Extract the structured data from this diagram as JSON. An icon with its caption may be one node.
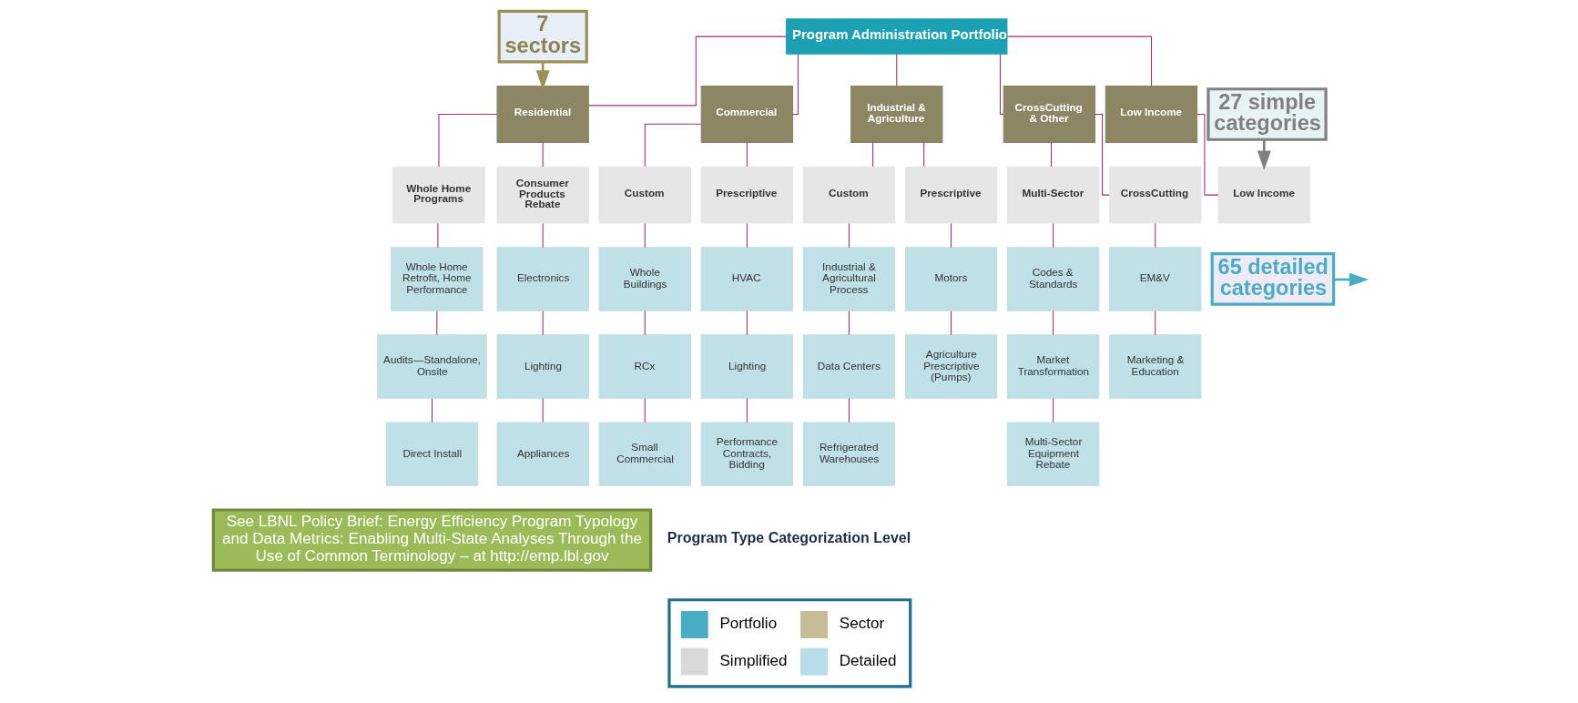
{
  "diagram": {
    "nodes": [
      {
        "text": [
          "Program Administration Portfolio"
        ]
      },
      {
        "text": [
          "Residential"
        ]
      },
      {
        "text": [
          "Commercial"
        ]
      },
      {
        "text": [
          "Industrial & Agriculture"
        ]
      },
      {
        "text": [
          "CrossCutting & Other"
        ]
      },
      {
        "text": [
          "Low Income"
        ]
      },
      {
        "text": [
          "Whole Home Programs"
        ]
      },
      {
        "text": [
          "Consumer Products Rebate"
        ]
      },
      {
        "text": [
          "Custom"
        ]
      },
      {
        "text": [
          "Prescriptive"
        ]
      },
      {
        "text": [
          "Custom"
        ]
      },
      {
        "text": [
          "Prescriptive"
        ]
      },
      {
        "text": [
          "Multi-Sector"
        ]
      },
      {
        "text": [
          "CrossCutting"
        ]
      },
      {
        "text": [
          "Low Income"
        ]
      },
      {
        "text": [
          "Whole Home Retrofit, Home Performance"
        ]
      },
      {
        "text": [
          "Electronics"
        ]
      },
      {
        "text": [
          "Whole Buildings"
        ]
      },
      {
        "text": [
          "HVAC"
        ]
      },
      {
        "text": [
          "Industrial & Agricultural Process"
        ]
      },
      {
        "text": [
          "Motors"
        ]
      },
      {
        "text": [
          "Codes & Standards"
        ]
      },
      {
        "text": [
          "EM&V"
        ]
      },
      {
        "text": [
          "Audits—Standalone, Onsite"
        ]
      },
      {
        "text": [
          "Lighting"
        ]
      },
      {
        "text": [
          "RCx"
        ]
      },
      {
        "text": [
          "Lighting"
        ]
      },
      {
        "text": [
          "Data Centers"
        ]
      },
      {
        "text": [
          "Agriculture Prescriptive (Pumps)"
        ]
      },
      {
        "text": [
          "Market Transformation"
        ]
      },
      {
        "text": [
          "Marketing & Education"
        ]
      },
      {
        "text": [
          "Direct Install"
        ]
      },
      {
        "text": [
          "Appliances"
        ]
      },
      {
        "text": [
          "Small Commercial"
        ]
      },
      {
        "text": [
          "Performance Contracts, Bidding"
        ]
      },
      {
        "text": [
          "Refrigerated Warehouses"
        ]
      },
      {
        "text": [
          "Multi-Sector Equipment Rebate"
        ]
      },
      {
        "text": [
          "7 sectors"
        ]
      },
      {
        "text": [
          "27 simple categories"
        ]
      },
      {
        "text": [
          "65 detailed categories"
        ]
      }
    ],
    "edges": [
      {
        "from": 0,
        "to": 1,
        "arrow": "none"
      },
      {
        "from": 0,
        "to": 2,
        "arrow": "none"
      },
      {
        "from": 0,
        "to": 3,
        "arrow": "none"
      },
      {
        "from": 0,
        "to": 4,
        "arrow": "none"
      },
      {
        "from": 0,
        "to": 5,
        "arrow": "none"
      },
      {
        "from": 1,
        "to": 6,
        "arrow": "none"
      },
      {
        "from": 1,
        "to": 7,
        "arrow": "none"
      },
      {
        "from": 2,
        "to": 8,
        "arrow": "none"
      },
      {
        "from": 2,
        "to": 9,
        "arrow": "none"
      },
      {
        "from": 3,
        "to": 10,
        "arrow": "none"
      },
      {
        "from": 3,
        "to": 11,
        "arrow": "none"
      },
      {
        "from": 4,
        "to": 12,
        "arrow": "none"
      },
      {
        "from": 4,
        "to": 13,
        "arrow": "none"
      },
      {
        "from": 5,
        "to": 14,
        "arrow": "none"
      },
      {
        "from": 6,
        "to": 15,
        "arrow": "none"
      },
      {
        "from": 7,
        "to": 16,
        "arrow": "none"
      },
      {
        "from": 8,
        "to": 17,
        "arrow": "none"
      },
      {
        "from": 9,
        "to": 18,
        "arrow": "none"
      },
      {
        "from": 10,
        "to": 19,
        "arrow": "none"
      },
      {
        "from": 11,
        "to": 20,
        "arrow": "none"
      },
      {
        "from": 12,
        "to": 21,
        "arrow": "none"
      },
      {
        "from": 13,
        "to": 22,
        "arrow": "none"
      },
      {
        "from": 15,
        "to": 23,
        "arrow": "none"
      },
      {
        "from": 16,
        "to": 24,
        "arrow": "none"
      },
      {
        "from": 17,
        "to": 25,
        "arrow": "none"
      },
      {
        "from": 18,
        "to": 26,
        "arrow": "none"
      },
      {
        "from": 19,
        "to": 27,
        "arrow": "none"
      },
      {
        "from": 20,
        "to": 28,
        "arrow": "none"
      },
      {
        "from": 21,
        "to": 29,
        "arrow": "none"
      },
      {
        "from": 22,
        "to": 30,
        "arrow": "none"
      },
      {
        "from": 23,
        "to": 31,
        "arrow": "none"
      },
      {
        "from": 24,
        "to": 32,
        "arrow": "none"
      },
      {
        "from": 25,
        "to": 33,
        "arrow": "none"
      },
      {
        "from": 26,
        "to": 34,
        "arrow": "none"
      },
      {
        "from": 27,
        "to": 35,
        "arrow": "none"
      },
      {
        "from": 29,
        "to": 36,
        "arrow": "none"
      },
      {
        "from": 37,
        "to": 1,
        "arrow": "to",
        "color": "#9c8f57"
      },
      {
        "from": 38,
        "to": 14,
        "arrow": "to",
        "color": "#808080"
      },
      {
        "from": 39,
        "to": null,
        "arrow": "to",
        "color": "#4bacc6"
      }
    ],
    "labels": [
      "See LBNL Policy Brief: Energy Efficiency Program Typology and Data Metrics: Enabling Multi-State Analyses Through the Use of Common Terminology – at http://emp.lbl.gov",
      "Program Type Categorization Level"
    ],
    "legend": [
      {
        "text": "Portfolio",
        "color": "#4bacc6"
      },
      {
        "text": "Sector",
        "color": "#c4bd97"
      },
      {
        "text": "Simplified",
        "color": "#d9d9d9"
      },
      {
        "text": "Detailed",
        "color": "#b7dde8"
      }
    ]
  }
}
